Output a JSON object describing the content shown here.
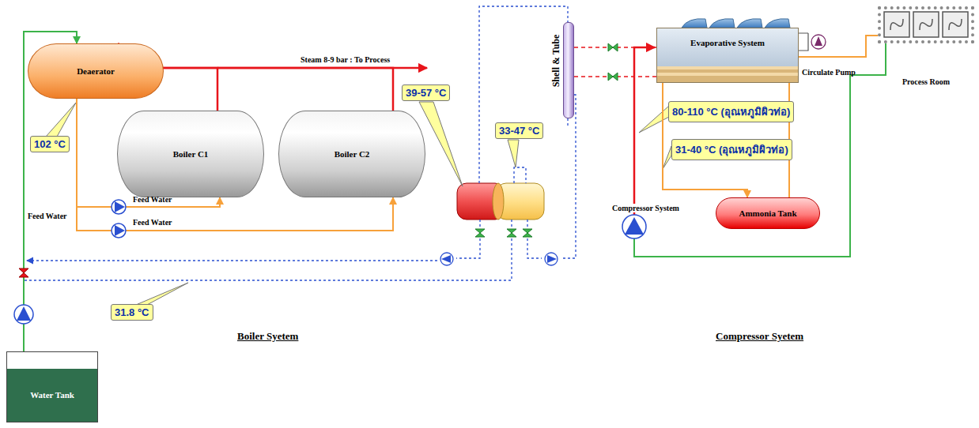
{
  "diagram": {
    "nodes": [
      {
        "text": [
          "Deaerator"
        ]
      },
      {
        "text": [
          "Boiler C1"
        ]
      },
      {
        "text": [
          "Boiler C2"
        ]
      },
      {
        "text": [
          "Shell & Tube"
        ]
      },
      {
        "text": [
          "Evaporative System"
        ]
      },
      {
        "text": [
          "Ammonia Tank"
        ]
      },
      {
        "text": [
          "Water Tank"
        ]
      },
      {
        "text": [
          "Process Room"
        ]
      },
      {
        "text": [
          "102 °C"
        ]
      },
      {
        "text": [
          "39-57 °C"
        ]
      },
      {
        "text": [
          "33-47 °C"
        ]
      },
      {
        "text": [
          "80-110 °C (อุณหภูมิผิวท่อ)"
        ]
      },
      {
        "text": [
          "31-40 °C (อุณหภูมิผิวท่อ)"
        ]
      },
      {
        "text": [
          "31.8 °C"
        ]
      }
    ],
    "edges": [
      {
        "from": 0,
        "to": 1,
        "arrow": "to"
      },
      {
        "from": 0,
        "to": 2,
        "arrow": "to"
      },
      {
        "from": 1,
        "to": 0,
        "arrow": "to"
      },
      {
        "from": 2,
        "to": 0,
        "arrow": "to"
      },
      {
        "from": 6,
        "to": 0,
        "arrow": "to"
      },
      {
        "from": 3,
        "to": 4,
        "arrow": "none"
      },
      {
        "from": 4,
        "to": 3,
        "arrow": "none"
      },
      {
        "from": 4,
        "to": 5,
        "arrow": "to"
      },
      {
        "from": 5,
        "to": 7,
        "arrow": "none"
      }
    ],
    "labels": [
      "Steam 8-9 bar : To Process",
      "Feed Water",
      "Feed Water",
      "Feed Water",
      "Circulate Pump",
      "Compressor System",
      "Boiler Syetem",
      "Compressor Syetem"
    ]
  }
}
